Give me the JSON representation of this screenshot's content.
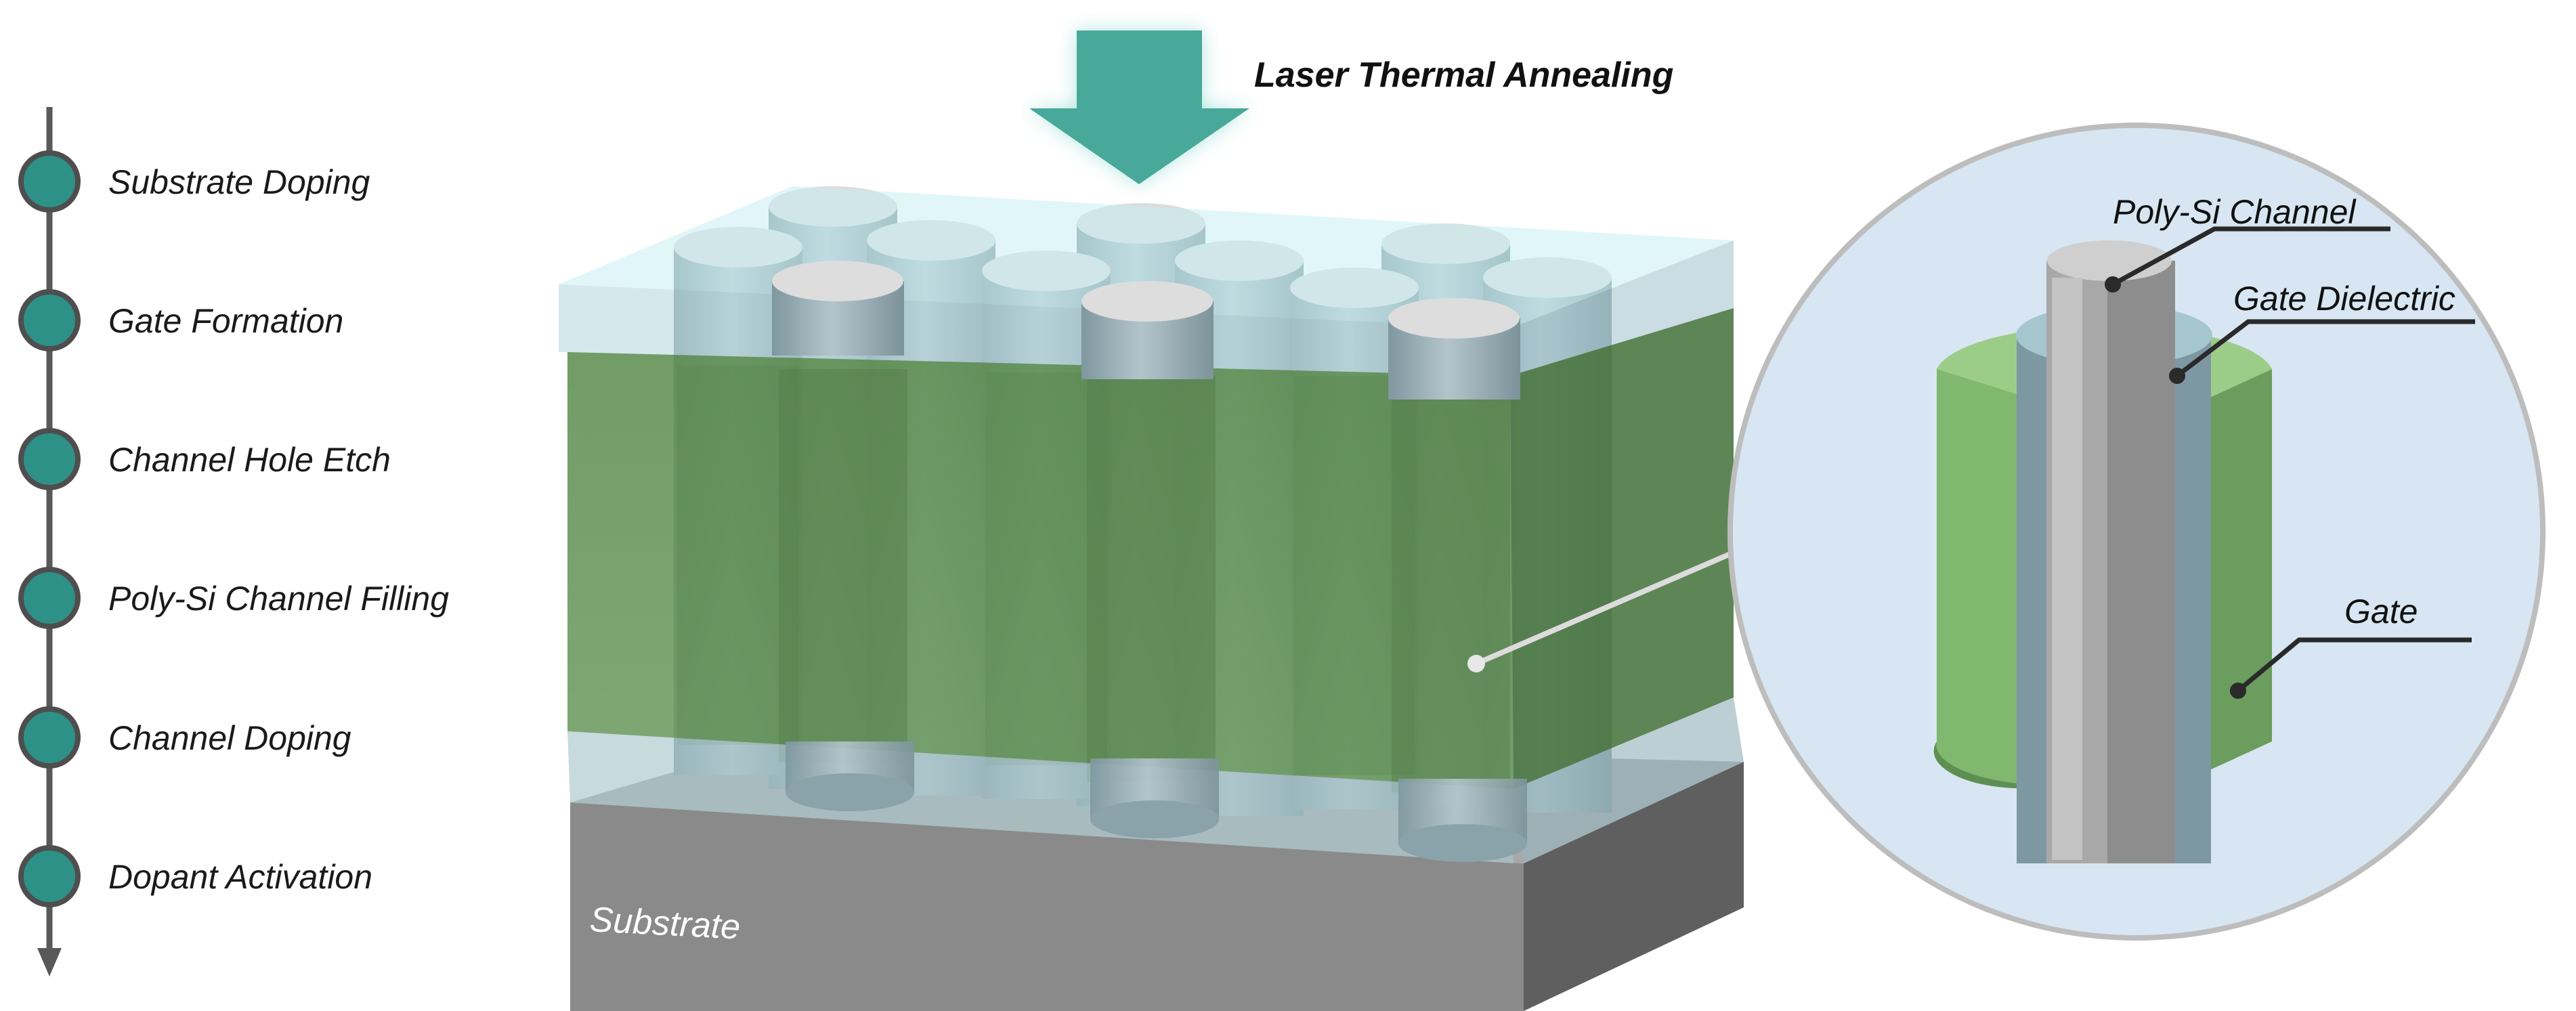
{
  "process_steps": [
    {
      "label": "Substrate Doping"
    },
    {
      "label": "Gate Formation"
    },
    {
      "label": "Channel Hole Etch"
    },
    {
      "label": "Poly-Si Channel Filling"
    },
    {
      "label": "Channel Doping"
    },
    {
      "label": "Dopant Activation"
    }
  ],
  "annealing_label": "Laser Thermal Annealing",
  "substrate_label": "Substrate",
  "callout": {
    "channel": "Poly-Si Channel",
    "dielectric": "Gate Dielectric",
    "gate": "Gate"
  },
  "colors": {
    "timeline_node": "#2e9188",
    "arrow": "#48a89a",
    "gate_green": "#6a9d5e",
    "substrate_gray": "#8a8a8a",
    "circle_bg": "#d7e6f2"
  }
}
